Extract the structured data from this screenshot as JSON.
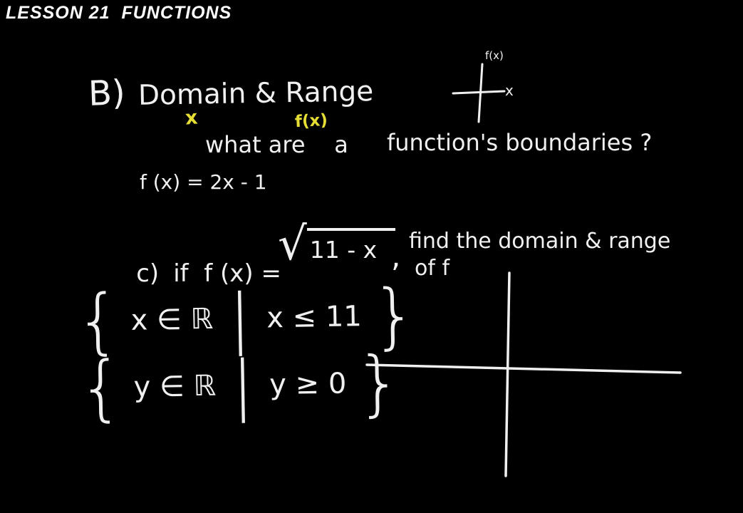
{
  "page": {
    "colors": {
      "background": "#000000",
      "ink": "#f0f0f0",
      "highlight": "#e6dd35",
      "title": "#fdfdfd"
    },
    "title": "LESSON 21  FUNCTIONS"
  },
  "board": {
    "section_b": {
      "label": "B)",
      "heading": "Domain & Range",
      "x_annotation": "x",
      "fx_annotation": "f(x)",
      "question_part1": "what are    a",
      "question_part2": "function's boundaries ?",
      "example_equation": "f (x) = 2x - 1"
    },
    "mini_graph": {
      "vertical_axis_label": "f(x)",
      "horizontal_axis_label": "x"
    },
    "section_c": {
      "label": "c)",
      "premise": "if  f (x) =",
      "radical_sign": "√",
      "radicand": "11 - x",
      "comma": ",",
      "task_part1": "find the domain & range",
      "task_part2": "of f",
      "domain_set": {
        "open_brace": "{",
        "member": "x ∈ ℝ",
        "divider": "|",
        "condition": "x ≤ 11",
        "close_brace": "}"
      },
      "range_set": {
        "open_brace": "{",
        "member": "y ∈ ℝ",
        "divider": "|",
        "condition": "y ≥ 0",
        "close_brace": "}"
      }
    }
  }
}
